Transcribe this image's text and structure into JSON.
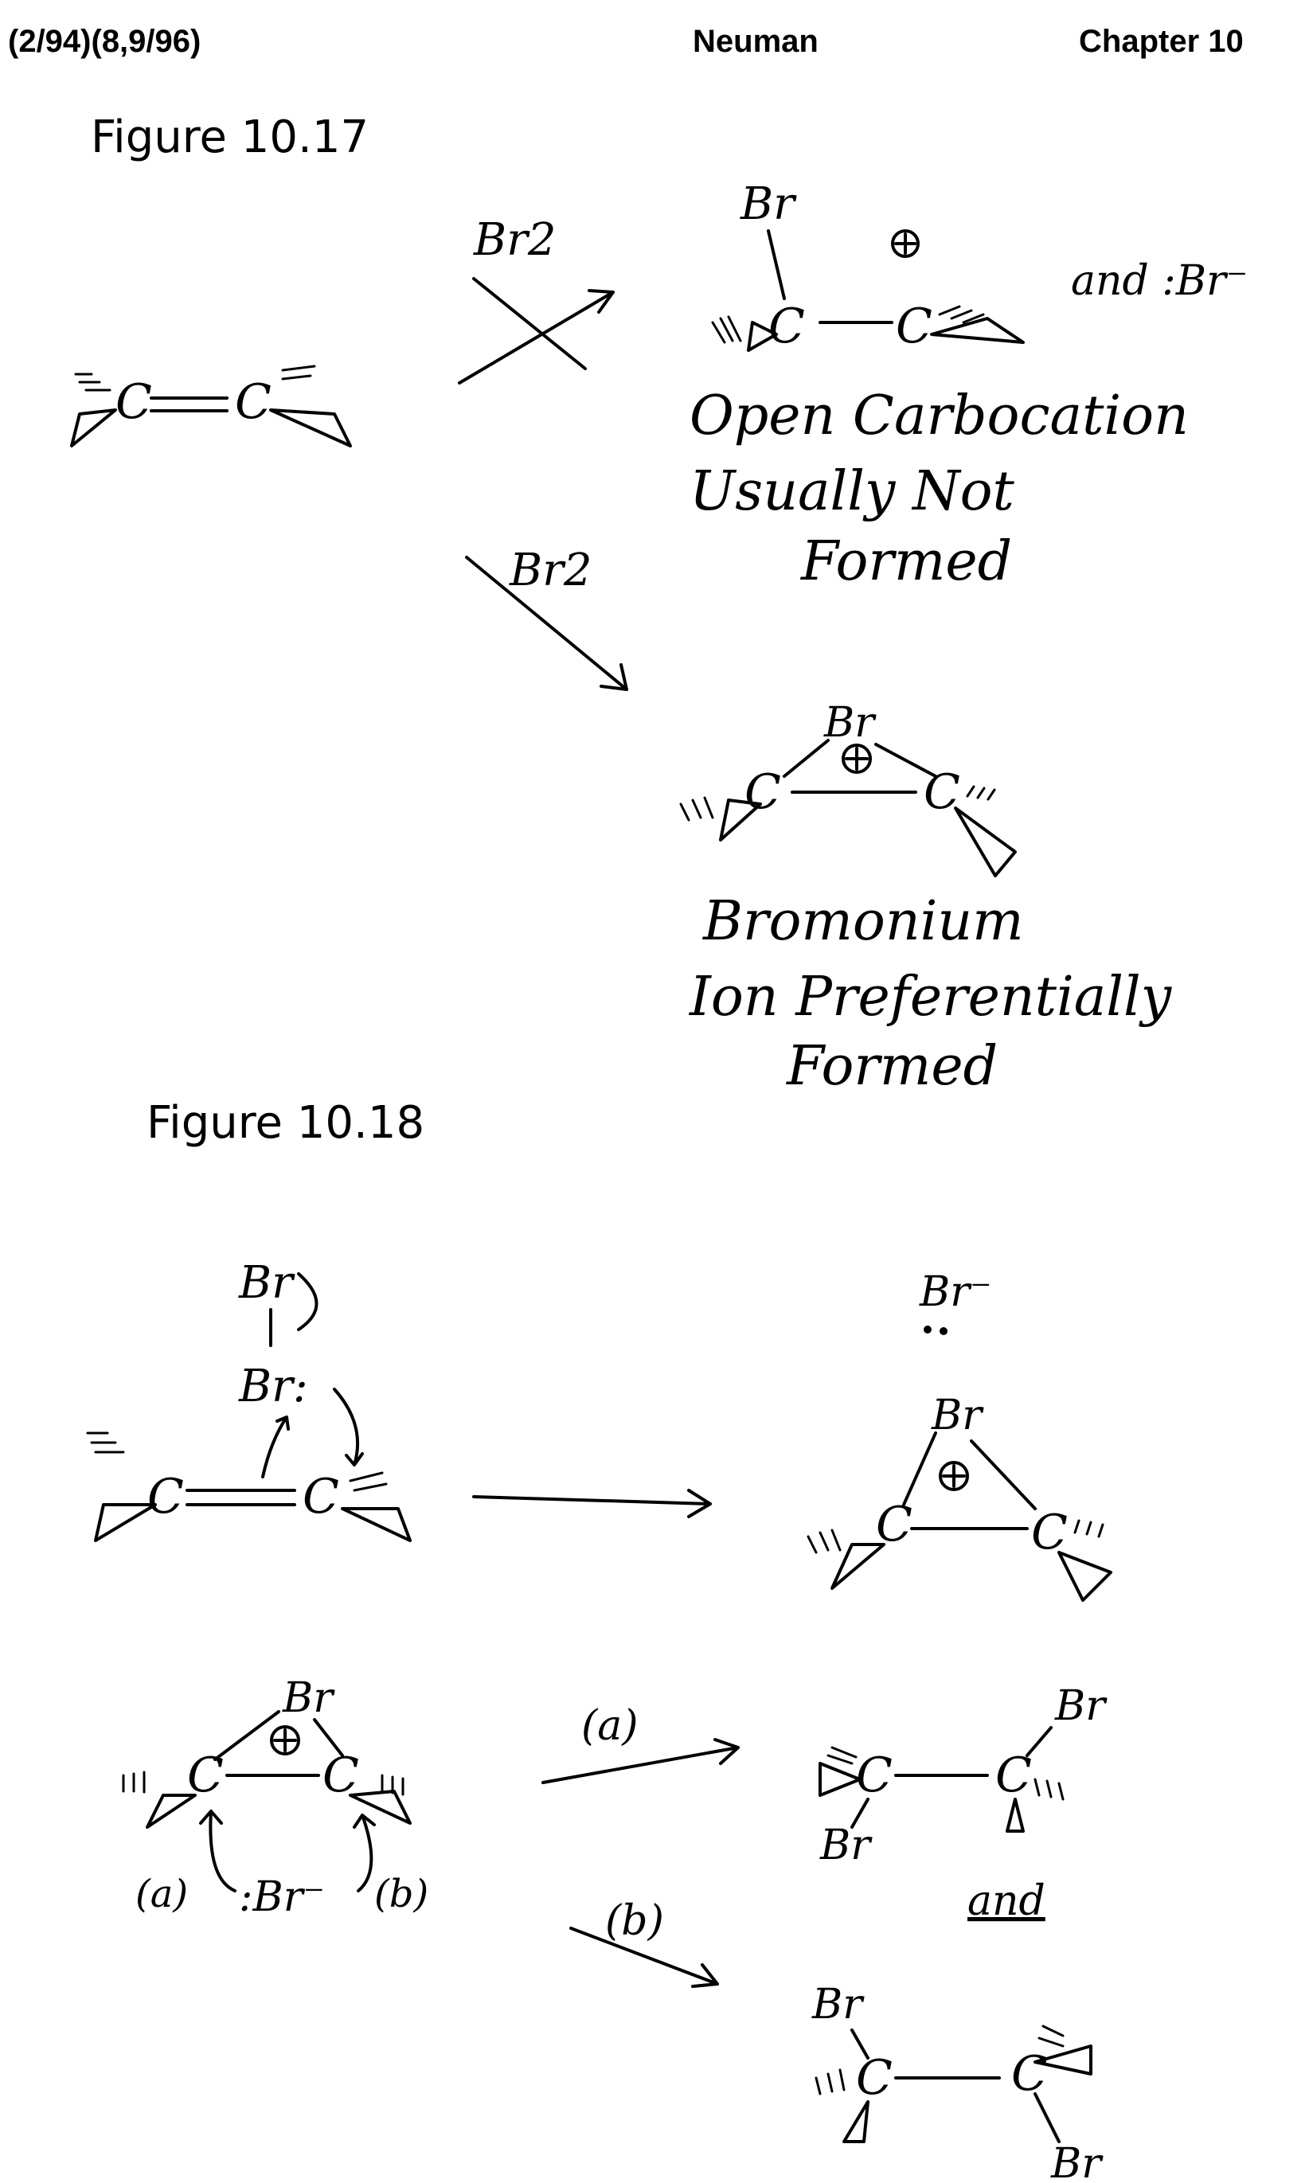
{
  "header": {
    "left": "(2/94)(8,9/96)",
    "center": "Neuman",
    "right": "Chapter 10"
  },
  "figures": [
    {
      "title": "Figure 10.17",
      "reagent_top": "Br2",
      "reagent_bottom": "Br2",
      "carbon": "C",
      "br": "Br",
      "and_br_anion": "and :Br⁻",
      "open_caption": [
        "Open Carbocation",
        "Usually Not",
        "Formed"
      ],
      "bromonium_caption": [
        "Bromonium",
        "Ion Preferentially",
        "Formed"
      ]
    },
    {
      "title": "Figure 10.18",
      "br_top": "Br",
      "br_lone": "Br:",
      "br_anion": "Br⁻",
      "nucleophile": ":Br⁻",
      "path_a": "(a)",
      "path_b": "(b)",
      "and": "and",
      "carbon": "C",
      "br": "Br"
    }
  ]
}
